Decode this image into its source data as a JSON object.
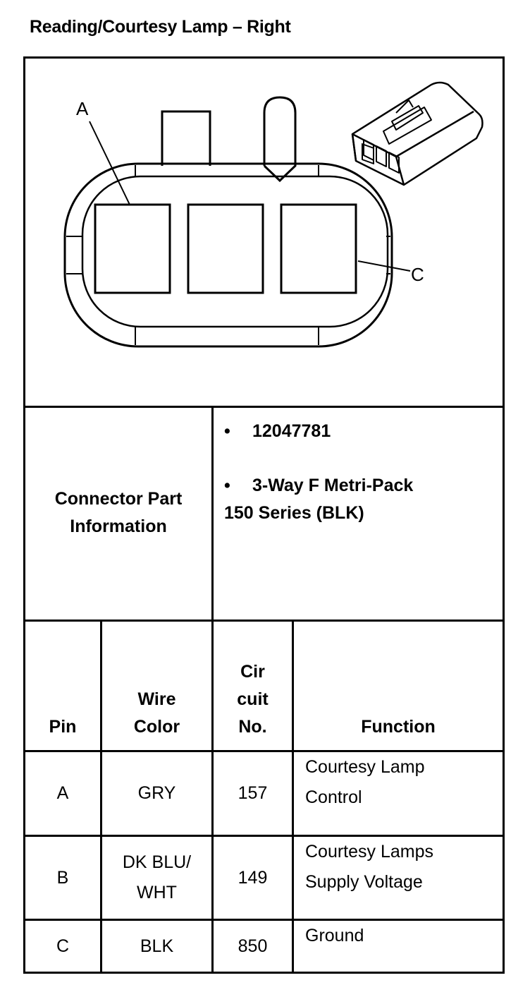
{
  "title": "Reading/Courtesy Lamp – Right",
  "diagram": {
    "label_a": "A",
    "label_c": "C"
  },
  "connector_info": {
    "label_line1": "Connector Part",
    "label_line2": "Information",
    "part_number_bullet": "•",
    "part_number": "12047781",
    "description_bullet": "•",
    "description_line1": "3-Way F Metri-Pack",
    "description_line2": "150 Series (BLK)"
  },
  "pin_table": {
    "headers": {
      "pin": "Pin",
      "wire_color_line1": "Wire",
      "wire_color_line2": "Color",
      "circuit_line1": "Cir",
      "circuit_line2": "cuit",
      "circuit_line3": "No.",
      "function": "Function"
    },
    "rows": [
      {
        "pin": "A",
        "wire_line1": "GRY",
        "wire_line2": "",
        "circuit": "157",
        "function_line1": "Courtesy Lamp",
        "function_line2": "Control"
      },
      {
        "pin": "B",
        "wire_line1": "DK BLU/",
        "wire_line2": "WHT",
        "circuit": "149",
        "function_line1": "Courtesy Lamps",
        "function_line2": "Supply Voltage"
      },
      {
        "pin": "C",
        "wire_line1": "BLK",
        "wire_line2": "",
        "circuit": "850",
        "function_line1": "Ground",
        "function_line2": ""
      }
    ]
  }
}
